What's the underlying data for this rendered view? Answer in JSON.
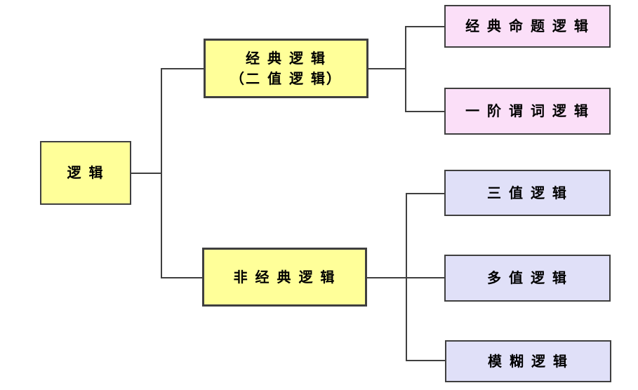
{
  "diagram": {
    "type": "tree",
    "language": "zh",
    "nodes": {
      "root": {
        "label": "逻 辑"
      },
      "classical": {
        "label_line1": "经 典 逻 辑",
        "label_line2": "（二 值 逻 辑）"
      },
      "nonclassical": {
        "label": "非 经 典 逻 辑"
      },
      "classical_propositional": {
        "label": "经 典 命 题 逻 辑"
      },
      "first_order_predicate": {
        "label": "一 阶 谓 词 逻 辑"
      },
      "three_valued": {
        "label": "三 值 逻 辑"
      },
      "many_valued": {
        "label": "多 值 逻 辑"
      },
      "fuzzy": {
        "label": "模 糊 逻 辑"
      }
    },
    "edges": [
      [
        "root",
        "classical"
      ],
      [
        "root",
        "nonclassical"
      ],
      [
        "classical",
        "classical_propositional"
      ],
      [
        "classical",
        "first_order_predicate"
      ],
      [
        "nonclassical",
        "three_valued"
      ],
      [
        "nonclassical",
        "many_valued"
      ],
      [
        "nonclassical",
        "fuzzy"
      ]
    ],
    "colors": {
      "level1_fill": "#FFFF99",
      "level2_fill": "#FFFF99",
      "branch1_fill": "#FBDFF8",
      "branch2_fill": "#E0E0F8",
      "border_color": "#3F3F3F",
      "line_color": "#3F3F3F",
      "text_color": "#000000",
      "background": "#FFFFFF"
    }
  }
}
